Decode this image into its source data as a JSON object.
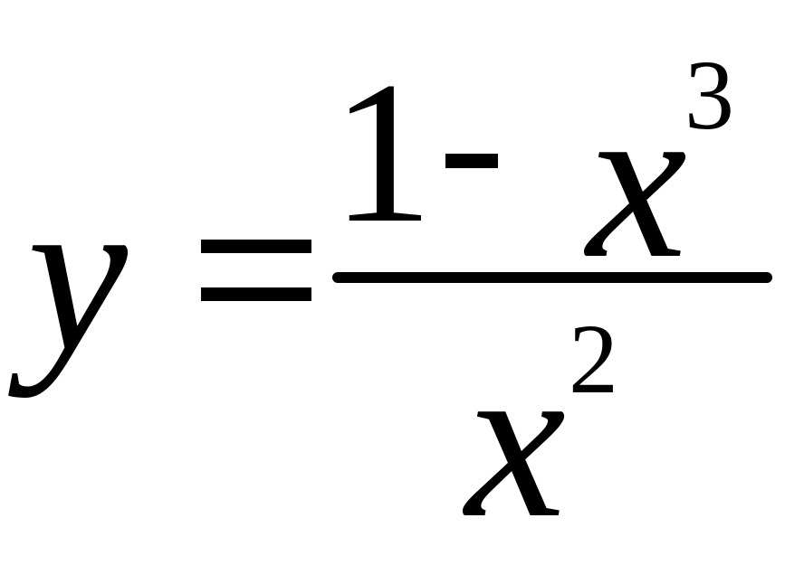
{
  "equation": {
    "lhs": "y",
    "equals": "=",
    "numerator": {
      "constant": "1",
      "operator": "-",
      "variable": "x",
      "exponent": "3"
    },
    "denominator": {
      "variable": "x",
      "exponent": "2"
    }
  },
  "colors": {
    "background": "#ffffff",
    "ink": "#000000"
  }
}
